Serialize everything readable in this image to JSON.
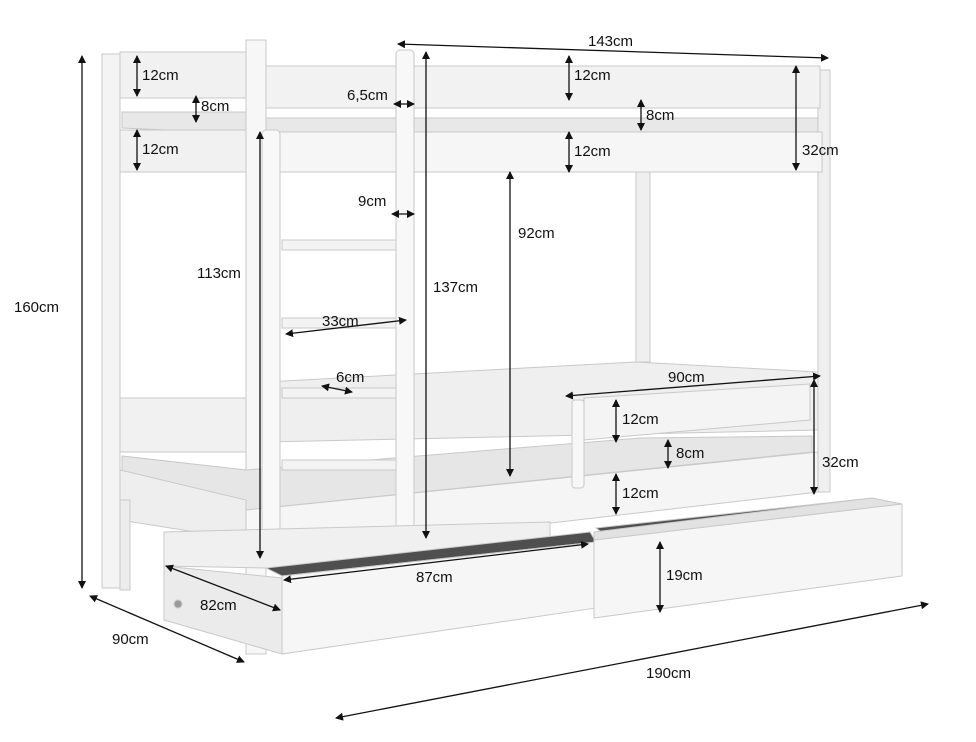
{
  "diagram": {
    "labels": {
      "width_top": "143cm",
      "head_top_rail": "12cm",
      "head_gap_upper": "8cm",
      "head_mid_rail": "12cm",
      "foot_top_rail": "12cm",
      "foot_gap_upper": "8cm",
      "foot_mid_rail": "12cm",
      "upper_side_height": "32cm",
      "post_thickness": "6,5cm",
      "ladder_gap": "9cm",
      "clear_height": "92cm",
      "ladder_height": "113cm",
      "ladder_length": "137cm",
      "total_height": "160cm",
      "ladder_width": "33cm",
      "rung_width": "6cm",
      "guard_length": "90cm",
      "guard_rail": "12cm",
      "guard_gap": "8cm",
      "lower_rail": "12cm",
      "lower_side_height": "32cm",
      "drawer_length": "87cm",
      "drawer_height": "19cm",
      "drawer_depth": "82cm",
      "depth": "90cm",
      "length": "190cm"
    },
    "colors": {
      "frame": "#f3f3f3",
      "frame_edge": "#c9c9c9",
      "shadow": "#e2e2e2",
      "mattress": "#ececec",
      "drawer_inside": "#505050",
      "dimension_line": "#111111"
    }
  }
}
